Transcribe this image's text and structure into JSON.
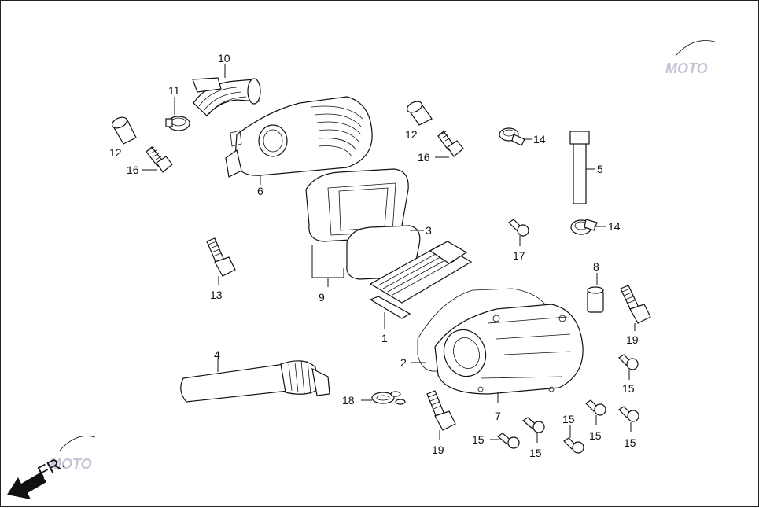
{
  "diagram": {
    "direction_label": "FR.",
    "watermark_text": "MOTO",
    "callouts": [
      {
        "id": "c10a",
        "text": "10"
      },
      {
        "id": "c11a",
        "text": "11"
      },
      {
        "id": "c12a",
        "text": "12"
      },
      {
        "id": "c16a",
        "text": "16"
      },
      {
        "id": "c6a",
        "text": "6"
      },
      {
        "id": "c12b",
        "text": "12"
      },
      {
        "id": "c16b",
        "text": "16"
      },
      {
        "id": "c14a",
        "text": "14"
      },
      {
        "id": "c5a",
        "text": "5"
      },
      {
        "id": "c14b",
        "text": "14"
      },
      {
        "id": "c3a",
        "text": "3"
      },
      {
        "id": "c9a",
        "text": "9"
      },
      {
        "id": "c13a",
        "text": "13"
      },
      {
        "id": "c17a",
        "text": "17"
      },
      {
        "id": "c8a",
        "text": "8"
      },
      {
        "id": "c19a",
        "text": "19"
      },
      {
        "id": "c1a",
        "text": "1"
      },
      {
        "id": "c2a",
        "text": "2"
      },
      {
        "id": "c4a",
        "text": "4"
      },
      {
        "id": "c15a",
        "text": "15"
      },
      {
        "id": "c7a",
        "text": "7"
      },
      {
        "id": "c18a",
        "text": "18"
      },
      {
        "id": "c19b",
        "text": "19"
      },
      {
        "id": "c15b",
        "text": "15"
      },
      {
        "id": "c15c",
        "text": "15"
      },
      {
        "id": "c15d",
        "text": "15"
      },
      {
        "id": "c15e",
        "text": "15"
      },
      {
        "id": "c15f",
        "text": "15"
      }
    ]
  }
}
